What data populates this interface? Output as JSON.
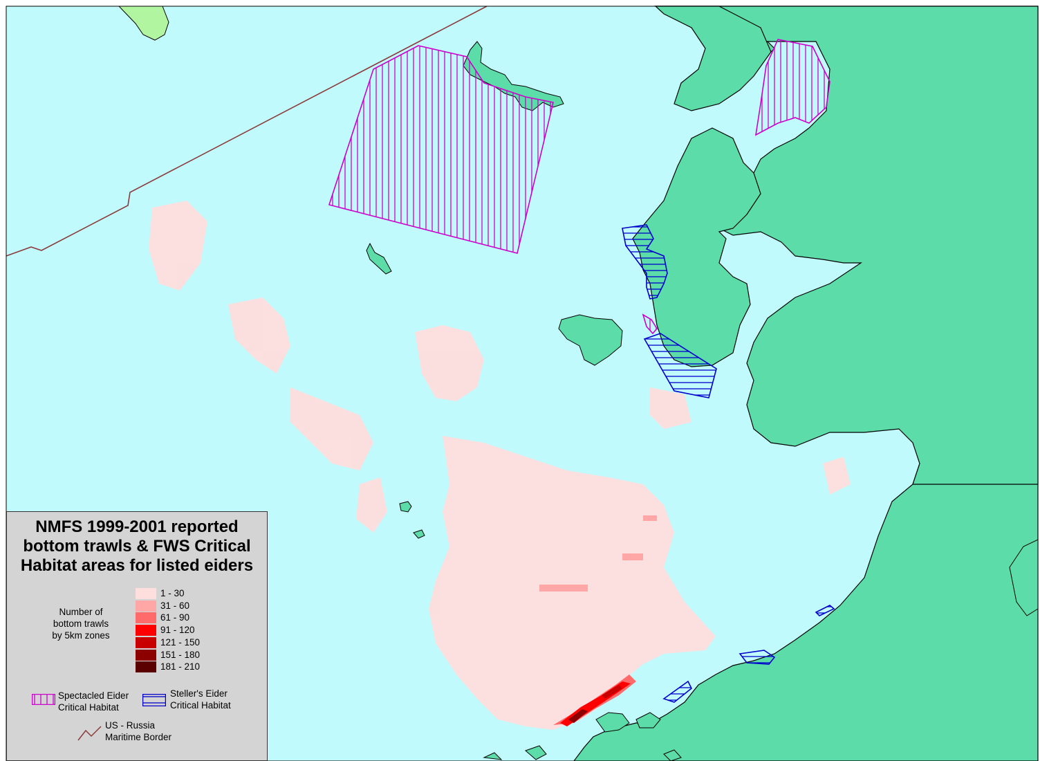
{
  "legend": {
    "title_lines": [
      "NMFS 1999-2001 reported",
      "bottom trawls & FWS Critical",
      "Habitat areas for listed eiders"
    ],
    "scale_caption_lines": [
      "Number of",
      "bottom trawls",
      "by 5km zones"
    ],
    "classes": [
      {
        "label": "1 - 30",
        "color": "#ffdede"
      },
      {
        "label": "31 - 60",
        "color": "#ffa6a6"
      },
      {
        "label": "61 - 90",
        "color": "#ff6a6a"
      },
      {
        "label": "91 - 120",
        "color": "#ff0000"
      },
      {
        "label": "121 - 150",
        "color": "#c80000"
      },
      {
        "label": "151 - 180",
        "color": "#8c0000"
      },
      {
        "label": "181 - 210",
        "color": "#5a0000"
      }
    ],
    "spectacled": {
      "line1": "Spectacled Eider",
      "line2": "Critical Habitat",
      "color": "#cc00cc"
    },
    "stellers": {
      "line1": "Steller's Eider",
      "line2": "Critical Habitat",
      "color": "#0000cc"
    },
    "border": {
      "line1": "US - Russia",
      "line2": "Maritime Border",
      "color": "#8b3a3a"
    }
  },
  "map_colors": {
    "water": "#c0fafc",
    "land": "#5cdca9",
    "russia_land": "#b2f5a0",
    "coast": "#000000"
  }
}
